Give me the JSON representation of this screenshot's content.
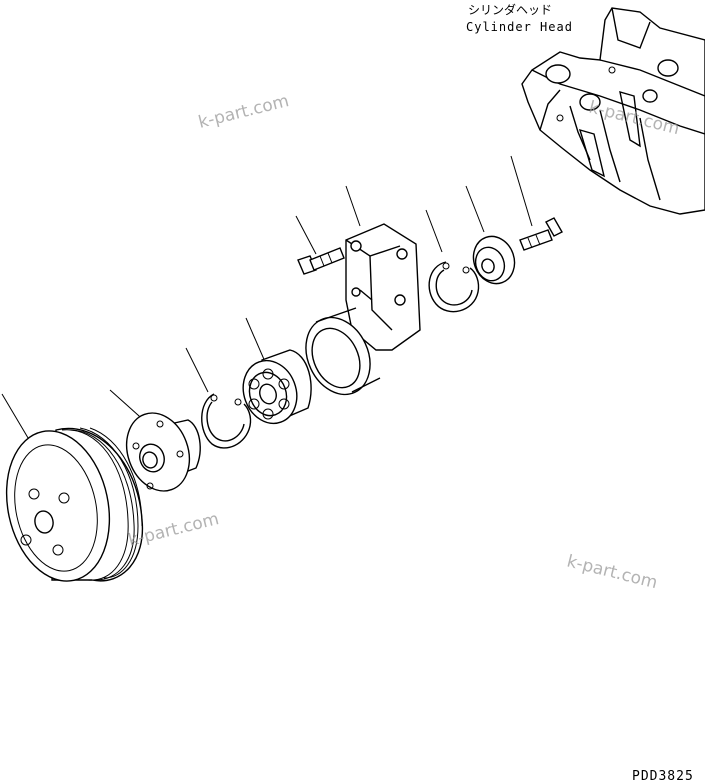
{
  "header_label": {
    "japanese": "シリンダヘッド",
    "english": "Cylinder Head"
  },
  "watermarks": [
    "k-part.com",
    "k-part.com",
    "k-part.com",
    "k-part.com"
  ],
  "drawing_code": "PDD3825"
}
